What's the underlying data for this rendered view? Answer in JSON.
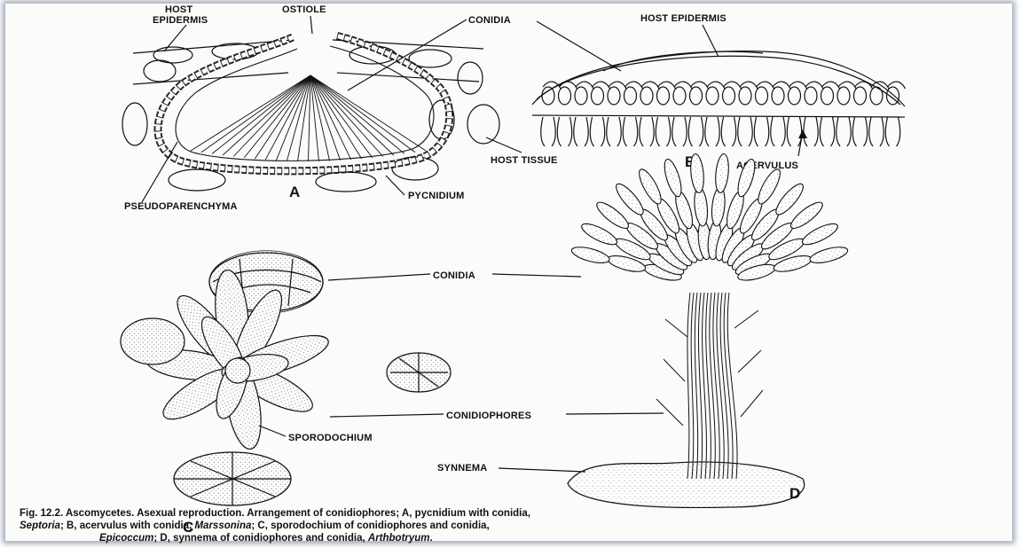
{
  "panel_a": {
    "letter": "A",
    "labels": {
      "host_epidermis": [
        "HOST",
        "EPIDERMIS"
      ],
      "ostiole": "OSTIOLE",
      "conidia": "CONIDIA",
      "host_tissue": "HOST TISSUE",
      "pycnidium": "PYCNIDIUM",
      "pseudoparenchyma": "PSEUDOPARENCHYMA"
    }
  },
  "panel_b": {
    "letter": "B",
    "labels": {
      "host_epidermis": "HOST EPIDERMIS",
      "acervulus": "ACERVULUS"
    }
  },
  "panel_c": {
    "letter": "C",
    "labels": {
      "conidia": "CONIDIA",
      "conidiophores": "CONIDIOPHORES",
      "sporodochium": "SPORODOCHIUM"
    }
  },
  "panel_d": {
    "letter": "D",
    "labels": {
      "synnema": "SYNNEMA"
    }
  },
  "caption": {
    "line1": "Fig. 12.2. Ascomycetes. Asexual reproduction. Arrangement of conidiophores; A, pycnidium with conidia,",
    "line2_a": "Septoria",
    "line2_b": "; B, acervulus with conidia, ",
    "line2_c": "Marssonina",
    "line2_d": "; C, sporodochium of conidiophores and conidia,",
    "line3_a": "Epicoccum",
    "line3_b": "; D, synnema of conidiophores and conidia, ",
    "line3_c": "Arthbotryum",
    "line3_d": "."
  }
}
